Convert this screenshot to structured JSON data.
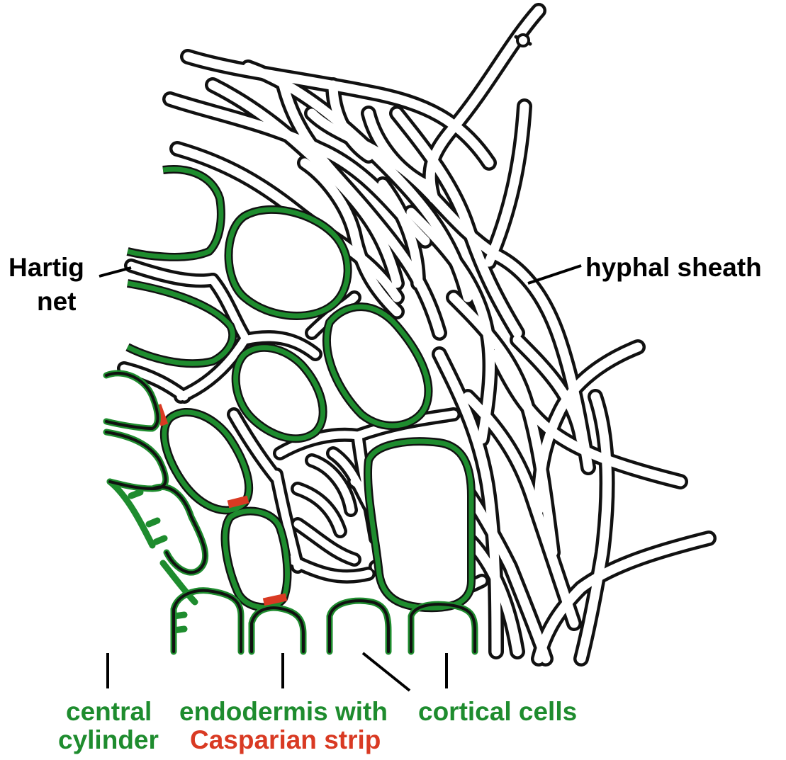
{
  "labels": {
    "hartig_line1": "Hartig",
    "hartig_line2": "net",
    "hyphal_sheath": "hyphal sheath",
    "central_line1": "central",
    "central_line2": "cylinder",
    "endodermis_line1": "endodermis with",
    "casparian_line2": "Casparian strip",
    "cortical": "cortical cells"
  },
  "colors": {
    "plant_wall": "#1e8c2e",
    "casparian": "#d93a23",
    "hypha_outline": "#111111",
    "text_black": "#000000"
  }
}
